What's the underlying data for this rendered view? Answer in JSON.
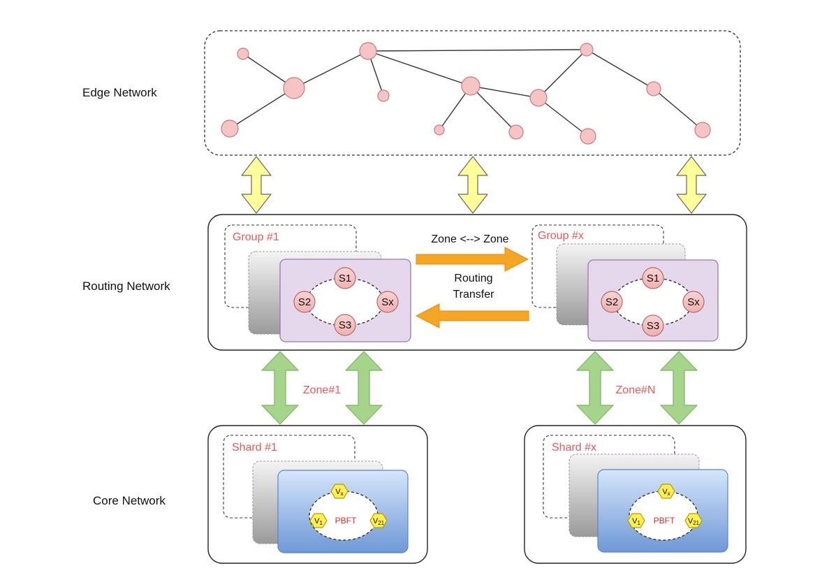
{
  "colors": {
    "node_fill": "#f6c4c4",
    "node_stroke": "#c77b7b",
    "yellow_arrow": "#ffff99",
    "green_arrow": "#a5d58a",
    "orange_arrow": "#f5a623",
    "group_fill": "#e6d8ec",
    "shard_fill": "#a9c7ef",
    "hex_fill": "#fff04d",
    "label_red": "#e85a5a"
  },
  "layers": {
    "edge": "Edge Network",
    "routing": "Routing Network",
    "core": "Core Network"
  },
  "routing": {
    "group_left": "Group #1",
    "group_right": "Group #x",
    "zone_exchange": "Zone <--> Zone",
    "routing_transfer_line1": "Routing",
    "routing_transfer_line2": "Transfer",
    "nodes": [
      "S1",
      "S2",
      "Sx",
      "S3"
    ]
  },
  "zones": {
    "left": "Zone#1",
    "right": "Zone#N"
  },
  "core": {
    "shard_left": "Shard #1",
    "shard_right": "Shard #x",
    "consensus": "PBFT",
    "validators": [
      {
        "base": "V",
        "sub": "x"
      },
      {
        "base": "V",
        "sub": "1"
      },
      {
        "base": "V",
        "sub": "21"
      }
    ]
  }
}
